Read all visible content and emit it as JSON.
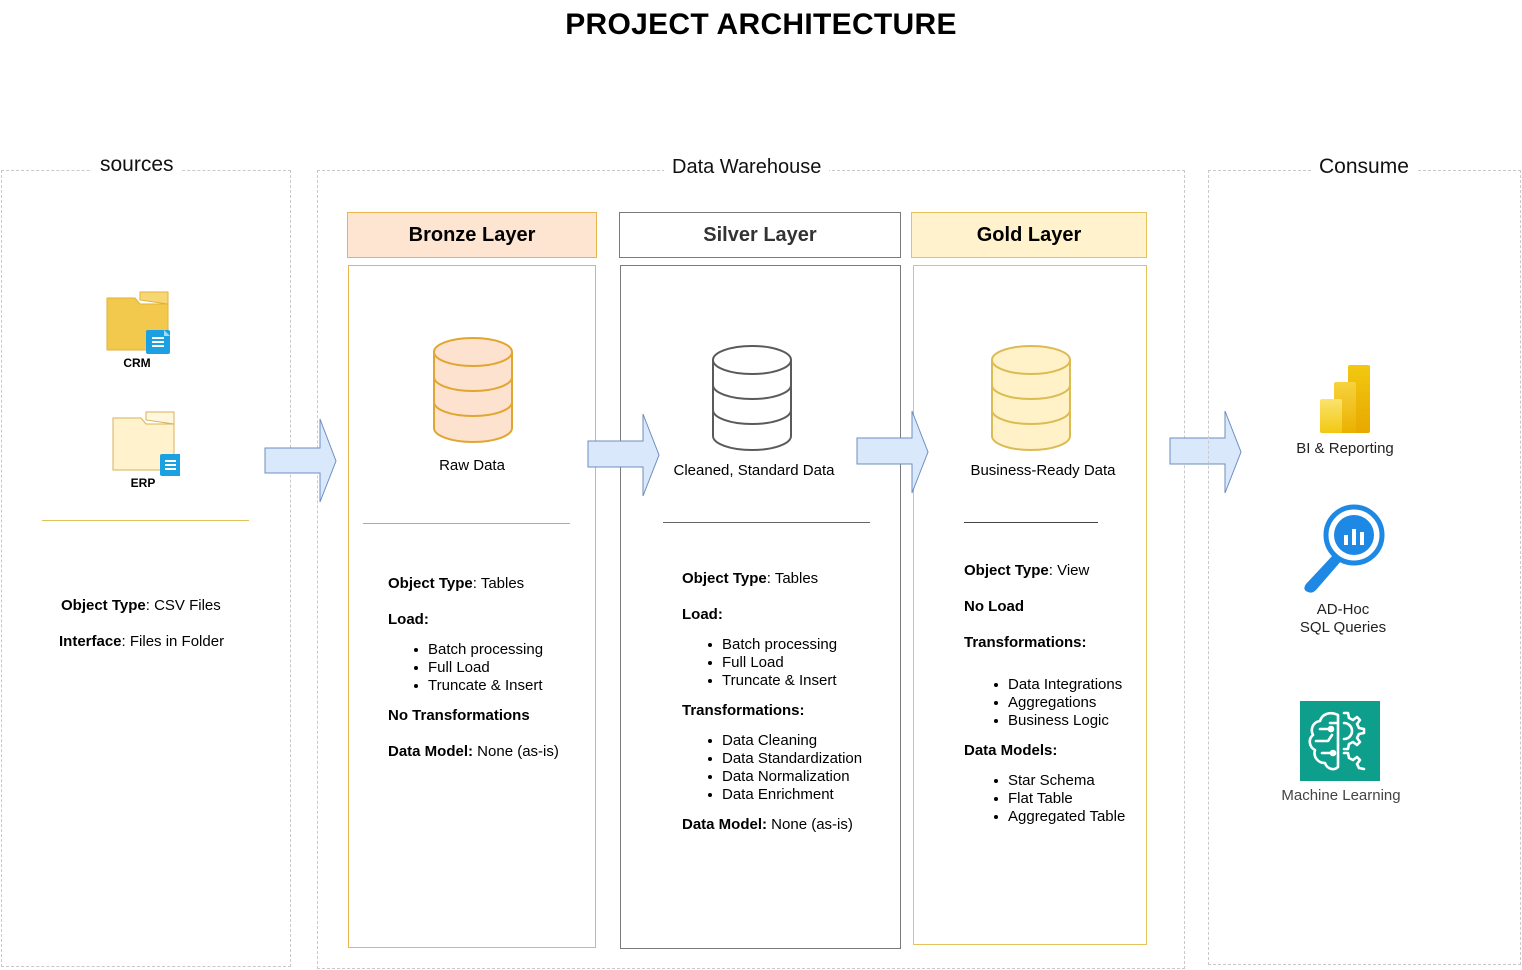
{
  "title": "PROJECT ARCHITECTURE",
  "sections": {
    "sources": "sources",
    "warehouse": "Data Warehouse",
    "consume": "Consume"
  },
  "sources": {
    "crm_label": "CRM",
    "erp_label": "ERP",
    "object_type_key": "Object Type",
    "object_type_val": ": CSV Files",
    "interface_key": "Interface",
    "interface_val": ": Files in Folder"
  },
  "bronze": {
    "header": "Bronze Layer",
    "caption": "Raw Data",
    "object_type_key": "Object Type",
    "object_type_val": ": Tables",
    "load_key": "Load:",
    "load_items": [
      "Batch processing",
      "Full Load",
      "Truncate & Insert"
    ],
    "transform_key": "No Transformations",
    "model_key": "Data Model:",
    "model_val": " None (as-is)",
    "colors": {
      "head_bg": "#fde5d2",
      "border": "#e8b64a",
      "db_fill": "#fde2cf",
      "db_stroke": "#e0a62f"
    }
  },
  "silver": {
    "header": "Silver Layer",
    "caption": "Cleaned, Standard Data",
    "object_type_key": "Object Type",
    "object_type_val": ": Tables",
    "load_key": "Load:",
    "load_items": [
      "Batch processing",
      "Full Load",
      "Truncate & Insert"
    ],
    "transform_key": "Transformations:",
    "transform_items": [
      "Data Cleaning",
      "Data Standardization",
      "Data Normalization",
      "Data Enrichment"
    ],
    "model_key": "Data Model:",
    "model_val": " None (as-is)",
    "colors": {
      "head_bg": "#ffffff",
      "border": "#7a7a7a",
      "db_fill": "#ffffff",
      "db_stroke": "#5a5a5a"
    }
  },
  "gold": {
    "header": "Gold Layer",
    "caption": "Business-Ready Data",
    "object_type_key": "Object Type",
    "object_type_val": ": View",
    "load_key": "No Load",
    "transform_key": "Transformations:",
    "transform_items": [
      "Data Integrations",
      "Aggregations",
      "Business Logic"
    ],
    "model_key": "Data Models:",
    "model_items": [
      "Star Schema",
      "Flat Table",
      "Aggregated Table"
    ],
    "colors": {
      "head_bg": "#fff2cc",
      "border": "#e6c25a",
      "db_fill": "#fff1c8",
      "db_stroke": "#dcbb52"
    }
  },
  "consume": {
    "bi_label": "BI & Reporting",
    "adhoc_label": "AD-Hoc\nSQL  Queries",
    "ml_label": "Machine Learning"
  },
  "icons": {
    "crm": "folder-icon",
    "erp": "folder-icon",
    "bi": "power-bi-icon",
    "adhoc": "magnifier-chart-icon",
    "ml": "brain-gear-icon",
    "arrow": "arrow-right-icon"
  },
  "colors": {
    "arrow_fill": "#dae8fc",
    "arrow_stroke": "#6c8ebf",
    "folder": "#f2c94c",
    "folder_light": "#fff2cc",
    "file_badge": "#1ba1e2",
    "ml_bg": "#0e9f8c",
    "adhoc_blue": "#1e88e5"
  }
}
